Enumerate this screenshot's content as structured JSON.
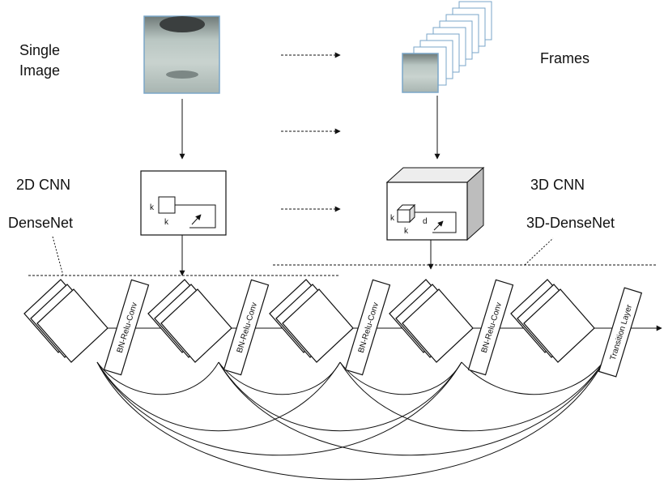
{
  "labels": {
    "single_image": [
      "Single",
      "Image"
    ],
    "frames": "Frames",
    "cnn_2d": "2D CNN",
    "densenet": "DenseNet",
    "cnn_3d": "3D CNN",
    "densenet_3d": "3D-DenseNet"
  },
  "kernel_2d": {
    "k_side": "k",
    "k_bottom": "k"
  },
  "kernel_3d": {
    "k_side": "k",
    "k_bottom": "k",
    "d": "d"
  },
  "layer_boxes": [
    "BN-Relu-Conv",
    "BN-Relu-Conv",
    "BN-Relu-Conv",
    "BN-Relu-Conv",
    "Transition Layer"
  ]
}
